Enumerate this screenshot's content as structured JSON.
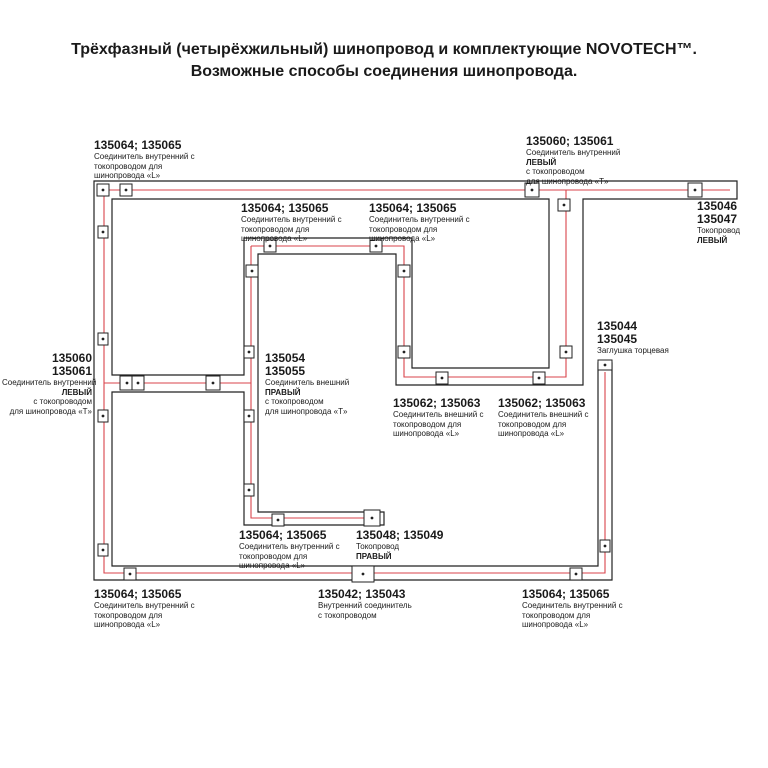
{
  "title_line1": "Трёхфазный (четырёхжильный) шинопровод и комплектующие NOVOTECH™.",
  "title_line2": "Возможные способы соединения шинопровода.",
  "colors": {
    "track": "#222222",
    "wire": "#d9434b",
    "connector_fill": "#ffffff"
  },
  "labels": {
    "tl": {
      "code": "135064; 135065",
      "l1": "Соединитель внутренний с",
      "l2": "токопроводом для",
      "l3": "шинопровода «L»"
    },
    "tr": {
      "code": "135060; 135061",
      "l1": "Соединитель внутренний",
      "l2": "ЛЕВЫЙ",
      "l3": "с токопроводом",
      "l4": "для шинопровода «T»"
    },
    "tok_left": {
      "code1": "135046",
      "code2": "135047",
      "l1": "Токопровод",
      "l2": "ЛЕВЫЙ"
    },
    "in1": {
      "code": "135064; 135065",
      "l1": "Соединитель внутренний с",
      "l2": "токопроводом для",
      "l3": "шинопровода «L»"
    },
    "in2": {
      "code": "135064; 135065",
      "l1": "Соединитель внутренний с",
      "l2": "токопроводом для",
      "l3": "шинопровода «L»"
    },
    "cap": {
      "code1": "135044",
      "code2": "135045",
      "l1": "Заглушка торцевая"
    },
    "left_t": {
      "code1": "135060",
      "code2": "135061",
      "l1": "Соединитель внутренний",
      "l2": "ЛЕВЫЙ",
      "l3": "с токопроводом",
      "l4": "для шинопровода «T»"
    },
    "mid_t": {
      "code1": "135054",
      "code2": "135055",
      "l1": "Соединитель внешний",
      "l2": "ПРАВЫЙ",
      "l3": "с токопроводом",
      "l4": "для шинопровода «T»"
    },
    "ext1": {
      "code": "135062; 135063",
      "l1": "Соединитель внешний с",
      "l2": "токопроводом для",
      "l3": "шинопровода «L»"
    },
    "ext2": {
      "code": "135062; 135063",
      "l1": "Соединитель внешний с",
      "l2": "токопроводом для",
      "l3": "шинопровода «L»"
    },
    "in3": {
      "code": "135064; 135065",
      "l1": "Соединитель внутренний с",
      "l2": "токопроводом для",
      "l3": "шинопровода «L»"
    },
    "tok_right": {
      "code": "135048; 135049",
      "l1": "Токопровод",
      "l2": "ПРАВЫЙ"
    },
    "bl": {
      "code": "135064; 135065",
      "l1": "Соединитель внутренний с",
      "l2": "токопроводом для",
      "l3": "шинопровода «L»"
    },
    "straight": {
      "code": "135042; 135043",
      "l1": "Внутренний соединитель",
      "l2": "с токопроводом"
    },
    "br": {
      "code": "135064; 135065",
      "l1": "Соединитель внутренний с",
      "l2": "токопроводом для",
      "l3": "шинопровода «L»"
    }
  }
}
